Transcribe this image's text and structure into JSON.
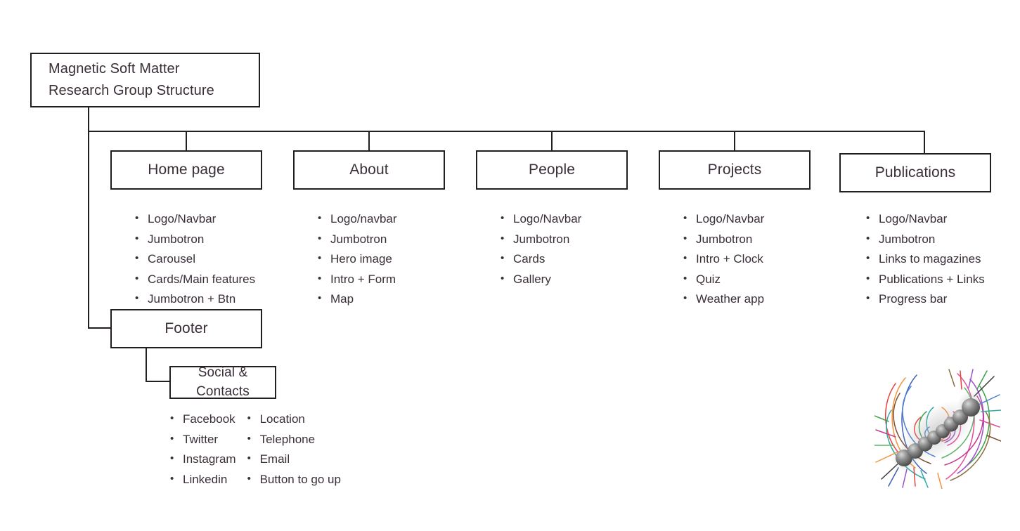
{
  "diagram": {
    "root": {
      "label": "Magnetic Soft Matter\nResearch Group Structure"
    },
    "nodes": {
      "home": "Home page",
      "about": "About",
      "people": "People",
      "projects": "Projects",
      "publications": "Publications",
      "footer": "Footer",
      "social": "Social & Contacts"
    },
    "bullets": {
      "home": [
        "Logo/Navbar",
        "Jumbotron",
        "Carousel",
        "Cards/Main features",
        "Jumbotron + Btn"
      ],
      "about": [
        "Logo/navbar",
        "Jumbotron",
        "Hero image",
        "Intro + Form",
        "Map"
      ],
      "people": [
        "Logo/Navbar",
        "Jumbotron",
        "Cards",
        "Gallery"
      ],
      "projects": [
        "Logo/Navbar",
        "Jumbotron",
        "Intro + Clock",
        "Quiz",
        "Weather app"
      ],
      "publications": [
        "Logo/Navbar",
        "Jumbotron",
        "Links to magazines",
        "Publications + Links",
        "Progress bar"
      ],
      "social_col1": [
        "Facebook",
        "Twitter",
        "Instagram",
        "Linkedin"
      ],
      "social_col2": [
        "Location",
        "Telephone",
        "Email",
        "Button to go up"
      ]
    },
    "colors": {
      "line": "#231f20",
      "text": "#3a2e38",
      "background": "#ffffff"
    },
    "figure": {
      "name": "magnetic-particle-chain-field-lines",
      "bead_color": "#6b6b6b",
      "field_line_colors": [
        "#e8423f",
        "#f5933a",
        "#3c64b4",
        "#3fa04a",
        "#9b4fc8",
        "#e34b9b",
        "#2fa8a8",
        "#8a6d3b",
        "#7d4f2e",
        "#c23b8f",
        "#4b7fd4",
        "#5fb36a"
      ]
    }
  }
}
